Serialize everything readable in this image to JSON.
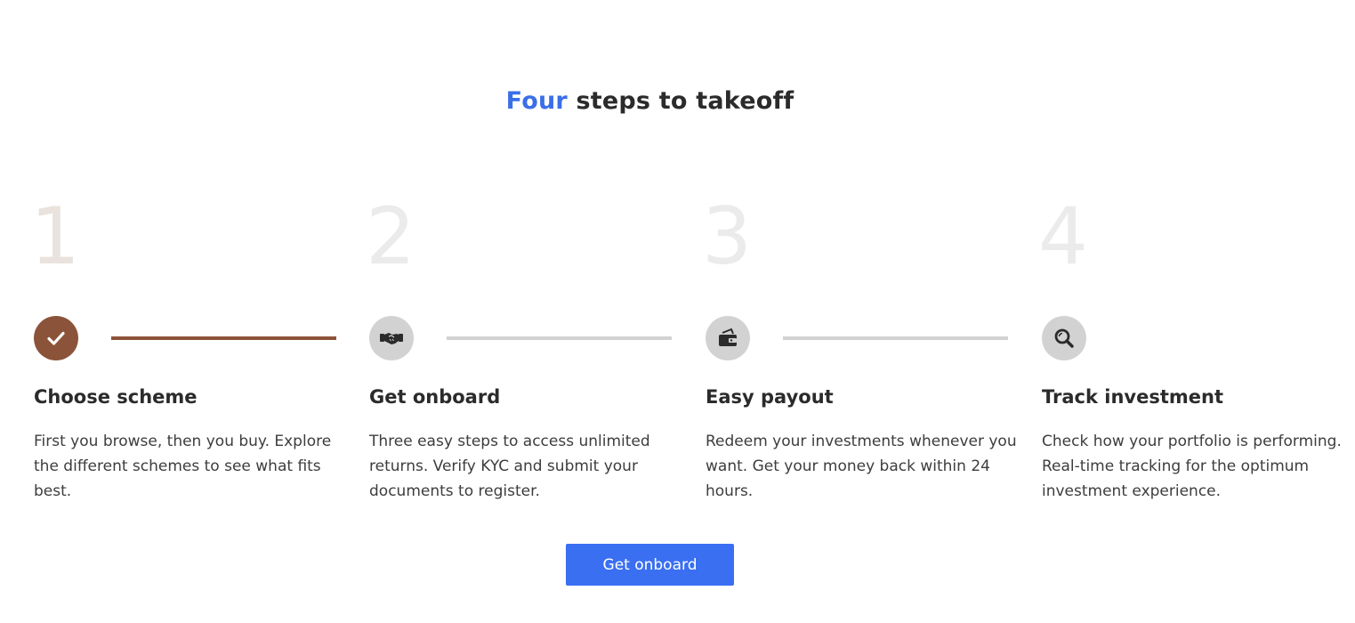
{
  "heading": {
    "accent": "Four",
    "rest": " steps to takeoff",
    "accent_color": "#3a6fe8"
  },
  "steps": [
    {
      "number": "1",
      "icon": "checkmark-icon",
      "title": "Choose scheme",
      "description": "First you browse, then you buy. Explore the different schemes to see what fits best.",
      "active": true
    },
    {
      "number": "2",
      "icon": "handshake-icon",
      "title": "Get onboard",
      "description": "Three easy steps to access unlimited returns. Verify KYC and submit your documents to register.",
      "active": false
    },
    {
      "number": "3",
      "icon": "wallet-icon",
      "title": "Easy payout",
      "description": "Redeem your investments whenever you want. Get your money back within 24 hours.",
      "active": false
    },
    {
      "number": "4",
      "icon": "search-icon",
      "title": "Track investment",
      "description": "Check how your portfolio is performing. Real-time tracking for the optimum investment experience.",
      "active": false
    }
  ],
  "cta": {
    "label": "Get onboard",
    "color": "#3a6ff2"
  },
  "colors": {
    "active": "#8b5339",
    "inactive": "#d2d2d2"
  }
}
